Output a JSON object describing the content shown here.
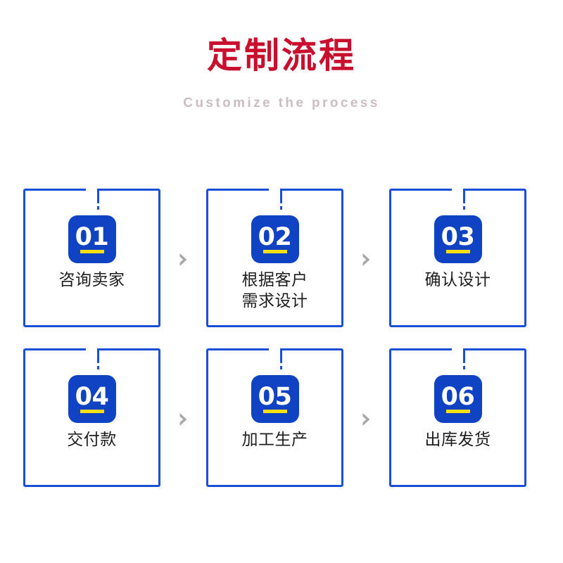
{
  "header": {
    "title": "定制流程",
    "subtitle": "Customize the process"
  },
  "colors": {
    "title_red": "#c8102e",
    "subtitle_mauve": "#cbbec1",
    "frame_blue": "#1a4fd6",
    "badge_blue": "#1043c4",
    "badge_bar_yellow": "#f6e014",
    "chevron_gray": "#a8a8a8",
    "label_black": "#1d1d1d",
    "background": "#ffffff"
  },
  "steps": [
    {
      "number": "01",
      "label_lines": [
        "咨询卖家"
      ],
      "label": "咨询卖家"
    },
    {
      "number": "02",
      "label_lines": [
        "根据客户",
        "需求设计"
      ],
      "label": "根据客户需求设计"
    },
    {
      "number": "03",
      "label_lines": [
        "确认设计"
      ],
      "label": "确认设计"
    },
    {
      "number": "04",
      "label_lines": [
        "交付款"
      ],
      "label": "交付款"
    },
    {
      "number": "05",
      "label_lines": [
        "加工生产"
      ],
      "label": "加工生产"
    },
    {
      "number": "06",
      "label_lines": [
        "出库发货"
      ],
      "label": "出库发货"
    }
  ],
  "separators": {
    "icon": "chevron-right-icon",
    "glyph": "›"
  }
}
